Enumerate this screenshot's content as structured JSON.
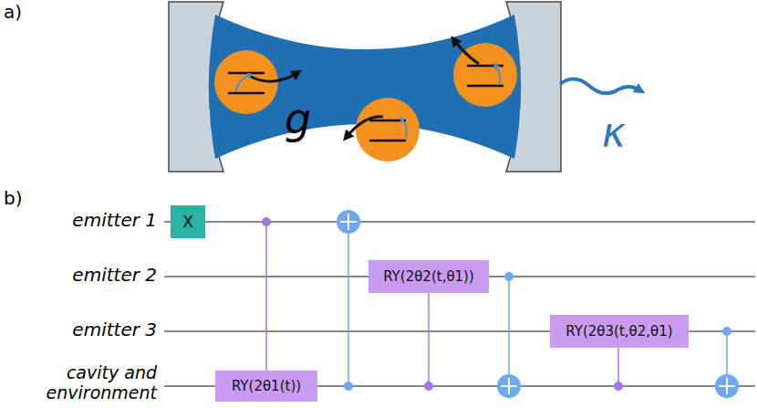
{
  "diagram": {
    "nodes": [
      {
        "text": [
          "X"
        ]
      },
      {
        "text": [
          "RY(2θ1(t))"
        ]
      },
      {
        "text": [
          "RY(2θ2(t,θ1))"
        ]
      },
      {
        "text": [
          "RY(2θ3(t,θ2,θ1)"
        ]
      }
    ],
    "labels": [
      "a)",
      "g",
      "κ",
      "b)",
      "emitter 1",
      "emitter 2",
      "emitter 3",
      "cavity and environment"
    ]
  }
}
